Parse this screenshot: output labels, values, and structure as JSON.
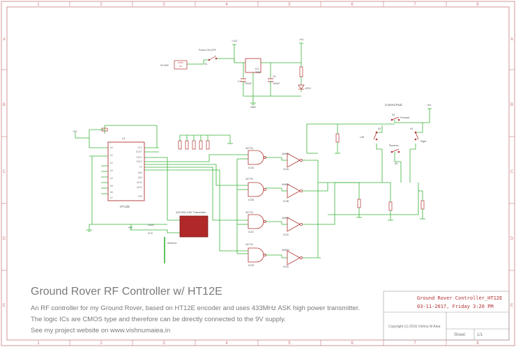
{
  "frame": {
    "columns": [
      "1",
      "2",
      "3",
      "4",
      "5",
      "6",
      "7",
      "8"
    ],
    "rows": [
      "A",
      "B",
      "C",
      "D",
      "E"
    ]
  },
  "colors": {
    "frame": "#c97b7b",
    "wire": "#39b339",
    "component": "#b03030",
    "ic_fill": "#b02828",
    "text": "#7a7a7a"
  },
  "description": {
    "title": "Ground Rover RF Controller w/ HT12E",
    "lines": [
      "An RF controller for my Ground Rover, based on HT12E encoder and uses 433MHz ASK high power transmitter.",
      "The logic ICs are CMOS type and therefore can be directly connected to the 9V supply.",
      "See my project website on www.vishnumaiea.in"
    ]
  },
  "title_block": {
    "name": "Ground Rover Controller_HT12E",
    "date": "03-11-2017, Friday 3:20 PM",
    "copyright": "Copyright (c) 2016 Vishnu M Aiea",
    "sheet_label": "Sheet:",
    "sheet": "1/1"
  },
  "schematic": {
    "power": {
      "battery": "9V BAT",
      "switch_label": "Power ON-OFF",
      "switch_ref": "S1",
      "rail_12v": "+12V",
      "rail_9v": "+9V",
      "regulator": "7809",
      "regulator_ref": "IC1",
      "cap_ref_1": "C1",
      "cap_val_1": "100uF",
      "cap_ref_2": "C2",
      "cap_val_2": "100uF",
      "led": "LED1",
      "gnd": "GND"
    },
    "encoder": {
      "name": "HT12E",
      "ref": "U1",
      "left_pins": [
        "A0",
        "A1",
        "A2",
        "A3",
        "A4",
        "A5",
        "A6",
        "A7"
      ],
      "right_pins": [
        "VCC",
        "DOUT",
        "OSC1",
        "OSC2",
        "TE",
        "AD8",
        "AD9",
        "AD10",
        "AD11",
        "VSS"
      ]
    },
    "transmitter": {
      "label": "433 MHz ASK Transmitter",
      "data_pin": "DATA",
      "vcc_pin": "VCC",
      "antenna": "Antenna"
    },
    "gates": [
      {
        "nand": "4077N",
        "nand_ref": "IC2A",
        "inv": "4069N",
        "inv_ref": "IC3A"
      },
      {
        "nand": "4077N",
        "nand_ref": "IC2B",
        "inv": "4069N",
        "inv_ref": "IC3B"
      },
      {
        "nand": "4077N",
        "nand_ref": "IC2C",
        "inv": "4069N",
        "inv_ref": "IC3C"
      },
      {
        "nand": "4077N",
        "nand_ref": "IC2D",
        "inv": "4069N",
        "inv_ref": "IC3D"
      }
    ],
    "control_pad": {
      "title": "Control Pad",
      "forward": "Forward",
      "reverse": "Reverse",
      "left": "Left",
      "right": "Right",
      "refs": [
        "S2",
        "S3",
        "S4",
        "S5"
      ],
      "rail": "+9V"
    }
  }
}
